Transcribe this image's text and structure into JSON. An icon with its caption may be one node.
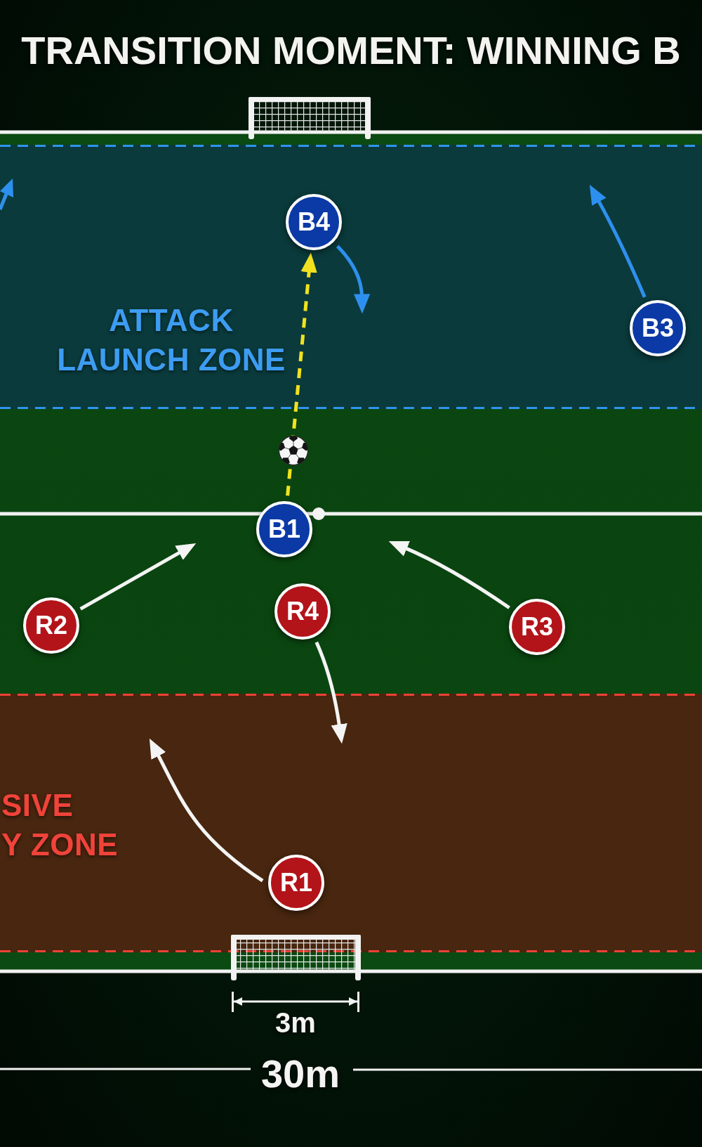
{
  "diagram": {
    "title": "TRANSITION MOMENT: WINNING B",
    "nodes": [
      {
        "text": [
          "ATTACK LAUNCH ZONE"
        ]
      },
      {
        "text": [
          "B4"
        ],
        "in": 0
      },
      {
        "text": [
          "B3"
        ],
        "in": 0
      },
      {
        "text": [
          "B1"
        ]
      },
      {
        "text": [
          "R2"
        ]
      },
      {
        "text": [
          "R4"
        ]
      },
      {
        "text": [
          "R3"
        ]
      },
      {
        "text": [
          "SIVE Y ZONE"
        ]
      },
      {
        "text": [
          "R1"
        ],
        "in": 7
      }
    ],
    "edges": [
      {
        "from": 1,
        "to": null,
        "arrow": "to",
        "color": "#2e90ee"
      },
      {
        "from": 2,
        "to": null,
        "arrow": "to",
        "color": "#2e90ee"
      },
      {
        "from": 3,
        "to": 1,
        "arrow": "to",
        "style": "dashed",
        "color": "#f2e21e"
      },
      {
        "from": 4,
        "to": null,
        "arrow": "to"
      },
      {
        "from": 6,
        "to": null,
        "arrow": "to"
      },
      {
        "from": 5,
        "to": 7,
        "arrow": "to"
      },
      {
        "from": 8,
        "to": null,
        "arrow": "to"
      }
    ],
    "labels": [
      "3m",
      "30m"
    ]
  }
}
